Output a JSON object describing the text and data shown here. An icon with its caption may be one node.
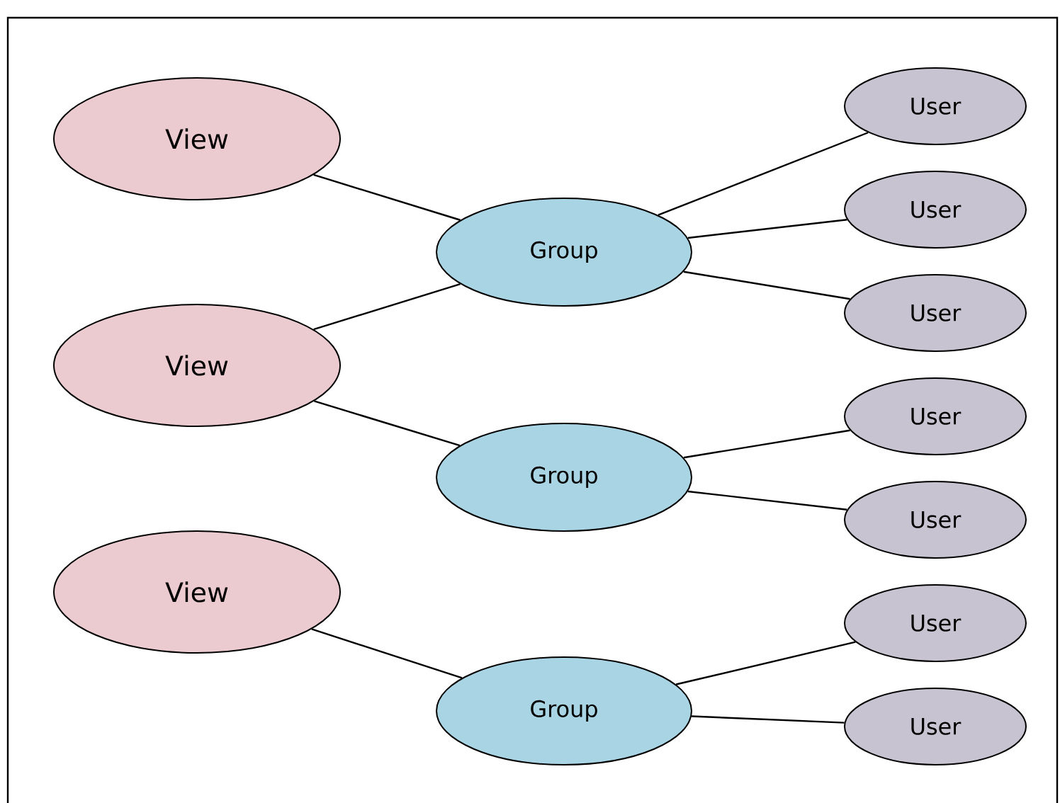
{
  "diagram": {
    "nodes": [
      {
        "text": [
          "View"
        ]
      },
      {
        "text": [
          "View"
        ]
      },
      {
        "text": [
          "View"
        ]
      },
      {
        "text": [
          "Group"
        ]
      },
      {
        "text": [
          "Group"
        ]
      },
      {
        "text": [
          "Group"
        ]
      },
      {
        "text": [
          "User"
        ]
      },
      {
        "text": [
          "User"
        ]
      },
      {
        "text": [
          "User"
        ]
      },
      {
        "text": [
          "User"
        ]
      },
      {
        "text": [
          "User"
        ]
      },
      {
        "text": [
          "User"
        ]
      },
      {
        "text": [
          "User"
        ]
      }
    ],
    "edges": [
      {
        "from": 0,
        "to": 3,
        "arrow": "none"
      },
      {
        "from": 1,
        "to": 3,
        "arrow": "none"
      },
      {
        "from": 1,
        "to": 4,
        "arrow": "none"
      },
      {
        "from": 2,
        "to": 5,
        "arrow": "none"
      },
      {
        "from": 3,
        "to": 6,
        "arrow": "none"
      },
      {
        "from": 3,
        "to": 7,
        "arrow": "none"
      },
      {
        "from": 3,
        "to": 8,
        "arrow": "none"
      },
      {
        "from": 4,
        "to": 9,
        "arrow": "none"
      },
      {
        "from": 4,
        "to": 10,
        "arrow": "none"
      },
      {
        "from": 5,
        "to": 11,
        "arrow": "none"
      },
      {
        "from": 5,
        "to": 12,
        "arrow": "none"
      }
    ]
  }
}
